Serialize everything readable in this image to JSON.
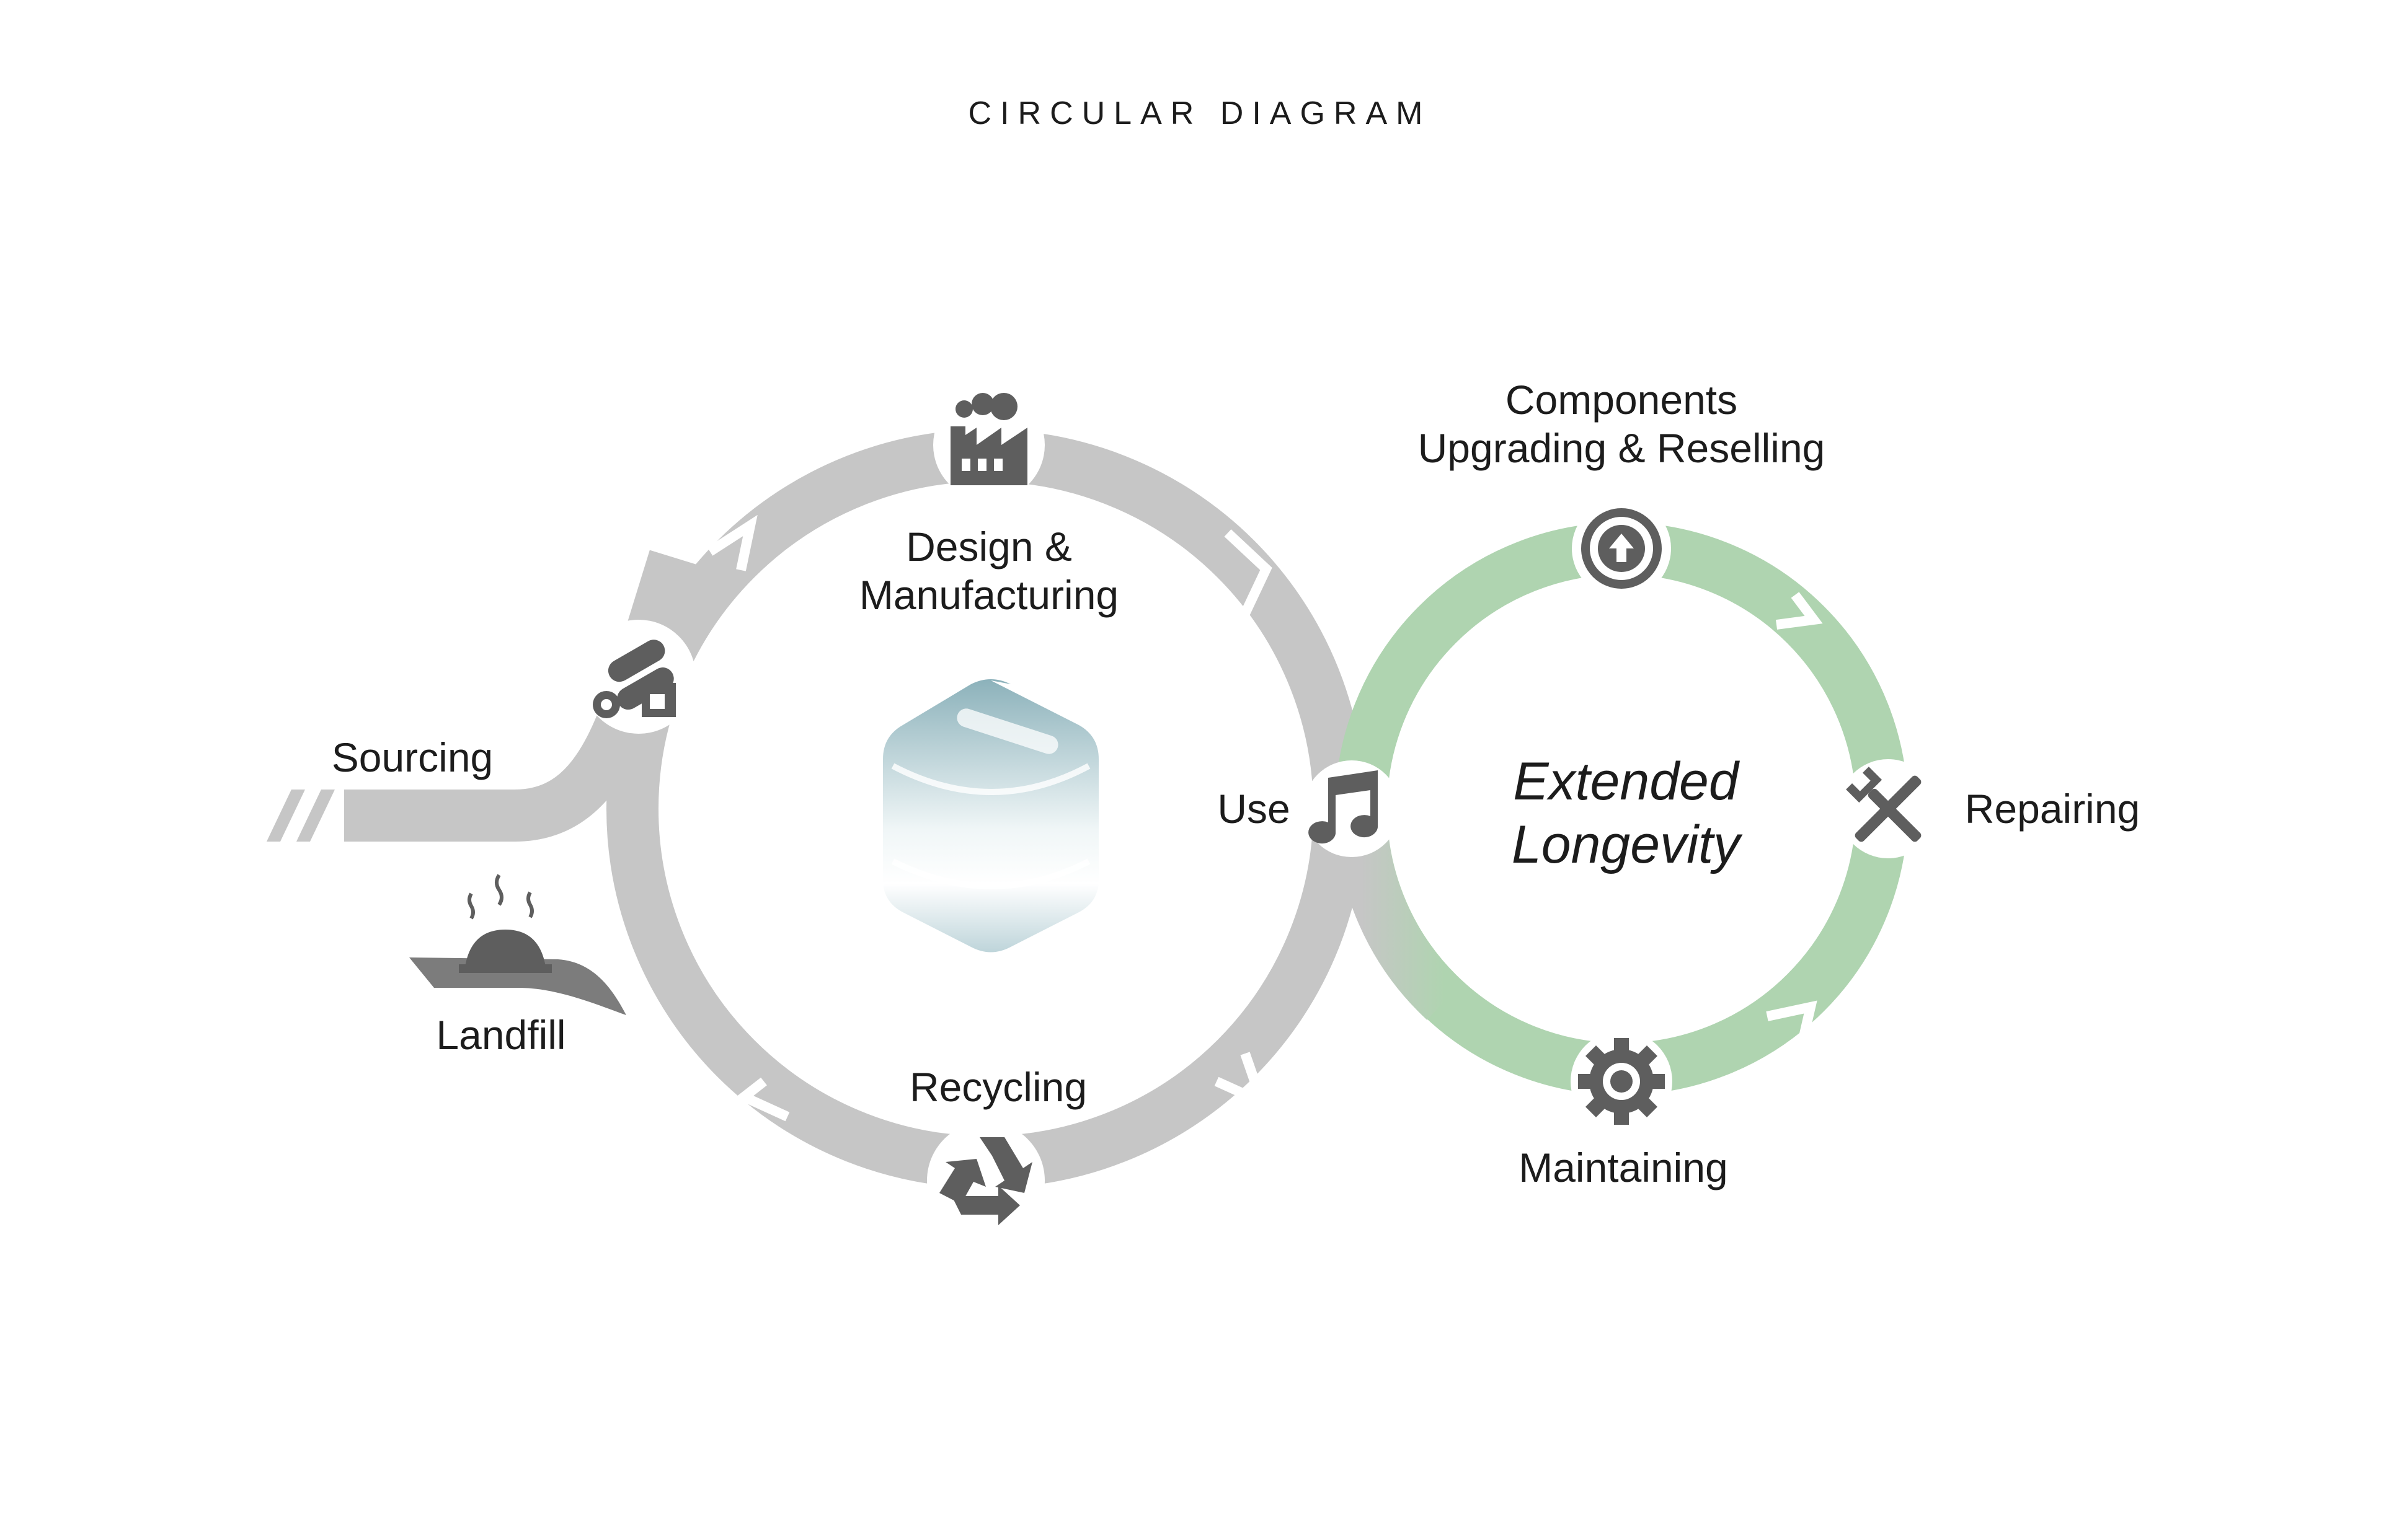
{
  "title": "CIRCULAR DIAGRAM",
  "stages": {
    "sourcing": "Sourcing",
    "landfill": "Landfill",
    "design_line1": "Design &",
    "design_line2": "Manufacturing",
    "use": "Use",
    "recycling": "Recycling",
    "components_line1": "Components",
    "components_line2": "Upgrading & Reselling",
    "repairing": "Repairing",
    "maintaining": "Maintaining"
  },
  "center": {
    "line1": "Extended",
    "line2": "Longevity"
  },
  "colors": {
    "main_loop": "#c6c6c6",
    "longevity_loop": "#afd4b0",
    "icon": "#5e5e5e",
    "landfill_path": "#7c7c7c"
  },
  "icons": {
    "design": "factory-icon",
    "sourcing": "raw-materials-icon",
    "landfill": "landfill-icon",
    "use": "music-note-icon",
    "recycling": "recycle-icon",
    "components": "upgrade-arrow-icon",
    "repairing": "tools-icon",
    "maintaining": "gear-icon"
  }
}
